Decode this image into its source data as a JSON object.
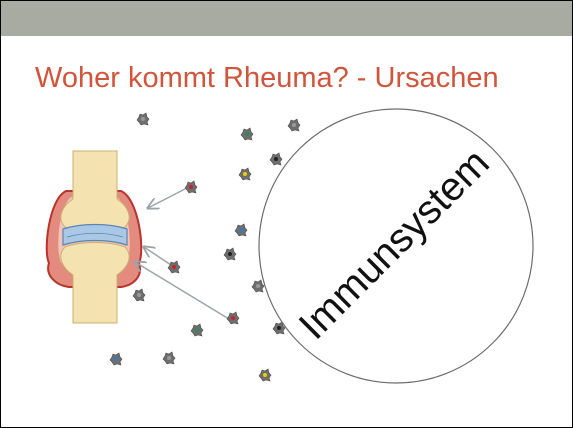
{
  "slide": {
    "title": "Woher kommt Rheuma? - Ursachen",
    "circle_label": "Immunsystem"
  },
  "colors": {
    "top_bar": "#a7aba2",
    "title": "#d1553a",
    "cell_body": "#6e6e6e",
    "nucleus_red": "#c8232c",
    "nucleus_green": "#2e8b57",
    "nucleus_yellow": "#e8d200",
    "nucleus_blue": "#2a7fc6",
    "nucleus_dark": "#222222",
    "nucleus_grey": "#9a9a9a",
    "arrow": "#9ea3a8"
  },
  "cells": [
    {
      "nucleus": "grey"
    },
    {
      "nucleus": "green"
    },
    {
      "nucleus": "grey"
    },
    {
      "nucleus": "yellow"
    },
    {
      "nucleus": "dark"
    },
    {
      "nucleus": "red"
    },
    {
      "nucleus": "blue"
    },
    {
      "nucleus": "dark"
    },
    {
      "nucleus": "red"
    },
    {
      "nucleus": "grey"
    },
    {
      "nucleus": "grey"
    },
    {
      "nucleus": "red"
    },
    {
      "nucleus": "green"
    },
    {
      "nucleus": "dark"
    },
    {
      "nucleus": "blue"
    },
    {
      "nucleus": "grey"
    },
    {
      "nucleus": "yellow"
    }
  ]
}
